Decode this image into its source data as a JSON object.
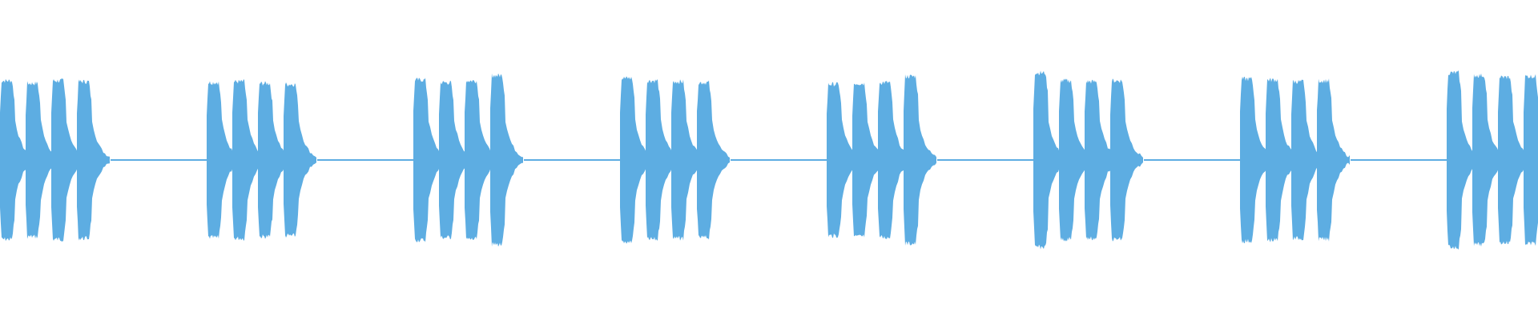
{
  "waveform": {
    "color": "#5dade2",
    "background": "#ffffff",
    "groups": [
      {
        "bursts": [
          {
            "peak": 0.9
          },
          {
            "peak": 0.87
          },
          {
            "peak": 0.9
          },
          {
            "peak": 0.89
          }
        ]
      },
      {
        "bursts": [
          {
            "peak": 0.88
          },
          {
            "peak": 0.89
          },
          {
            "peak": 0.87
          },
          {
            "peak": 0.86
          }
        ]
      },
      {
        "bursts": [
          {
            "peak": 0.91
          },
          {
            "peak": 0.88
          },
          {
            "peak": 0.9
          },
          {
            "peak": 0.96
          }
        ]
      },
      {
        "bursts": [
          {
            "peak": 0.93
          },
          {
            "peak": 0.9
          },
          {
            "peak": 0.89
          },
          {
            "peak": 0.88
          }
        ]
      },
      {
        "bursts": [
          {
            "peak": 0.86
          },
          {
            "peak": 0.87
          },
          {
            "peak": 0.88
          },
          {
            "peak": 0.95
          }
        ]
      },
      {
        "bursts": [
          {
            "peak": 0.99
          },
          {
            "peak": 0.9
          },
          {
            "peak": 0.89
          },
          {
            "peak": 0.9
          }
        ]
      },
      {
        "bursts": [
          {
            "peak": 0.92
          },
          {
            "peak": 0.91
          },
          {
            "peak": 0.89
          },
          {
            "peak": 0.9
          }
        ]
      },
      {
        "bursts": [
          {
            "peak": 0.99
          },
          {
            "peak": 0.96
          },
          {
            "peak": 0.94
          },
          {
            "peak": 0.95
          }
        ]
      }
    ]
  }
}
